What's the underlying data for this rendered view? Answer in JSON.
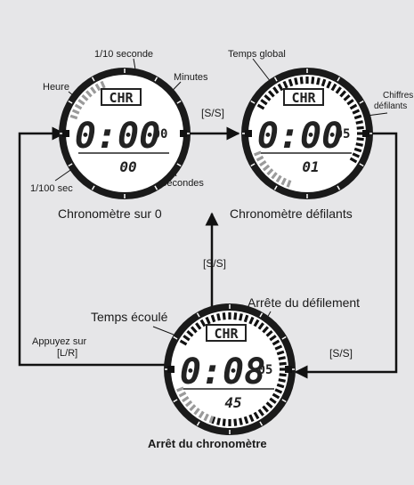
{
  "labels": {
    "tenth_second": "1/10 seconde",
    "minutes": "Minutes",
    "heure": "Heure",
    "hundredth_sec": "1/100 sec",
    "secondes": "Secondes",
    "temps_global": "Temps global",
    "chiffres_defilants_line1": "Chiffres",
    "chiffres_defilants_line2": "défilants",
    "temps_ecoule": "Temps écoulé",
    "arrete_defilement": "Arrête  du défilement",
    "appuyez_line1": "Appuyez sur",
    "appuyez_line2": "[L/R]",
    "ss_top": "[S/S]",
    "ss_mid": "[S/S]",
    "ss_right": "[S/S]"
  },
  "captions": {
    "watch1": "Chronomètre sur 0",
    "watch2": "Chronomètre défilants",
    "watch3": "Arrêt du chronomètre"
  },
  "watches": [
    {
      "mode": "CHR",
      "main": "0:00",
      "small": "00",
      "lower": "00"
    },
    {
      "mode": "CHR",
      "main": "0:00",
      "small": "05",
      "lower": "01"
    },
    {
      "mode": "CHR",
      "main": "0:08",
      "small": "05",
      "lower": "45"
    }
  ],
  "colors": {
    "background": "#e6e6e8",
    "watch_face": "#ffffff",
    "watch_bezel": "#1a1a1a",
    "segment_gray": "#9a9a9a"
  }
}
